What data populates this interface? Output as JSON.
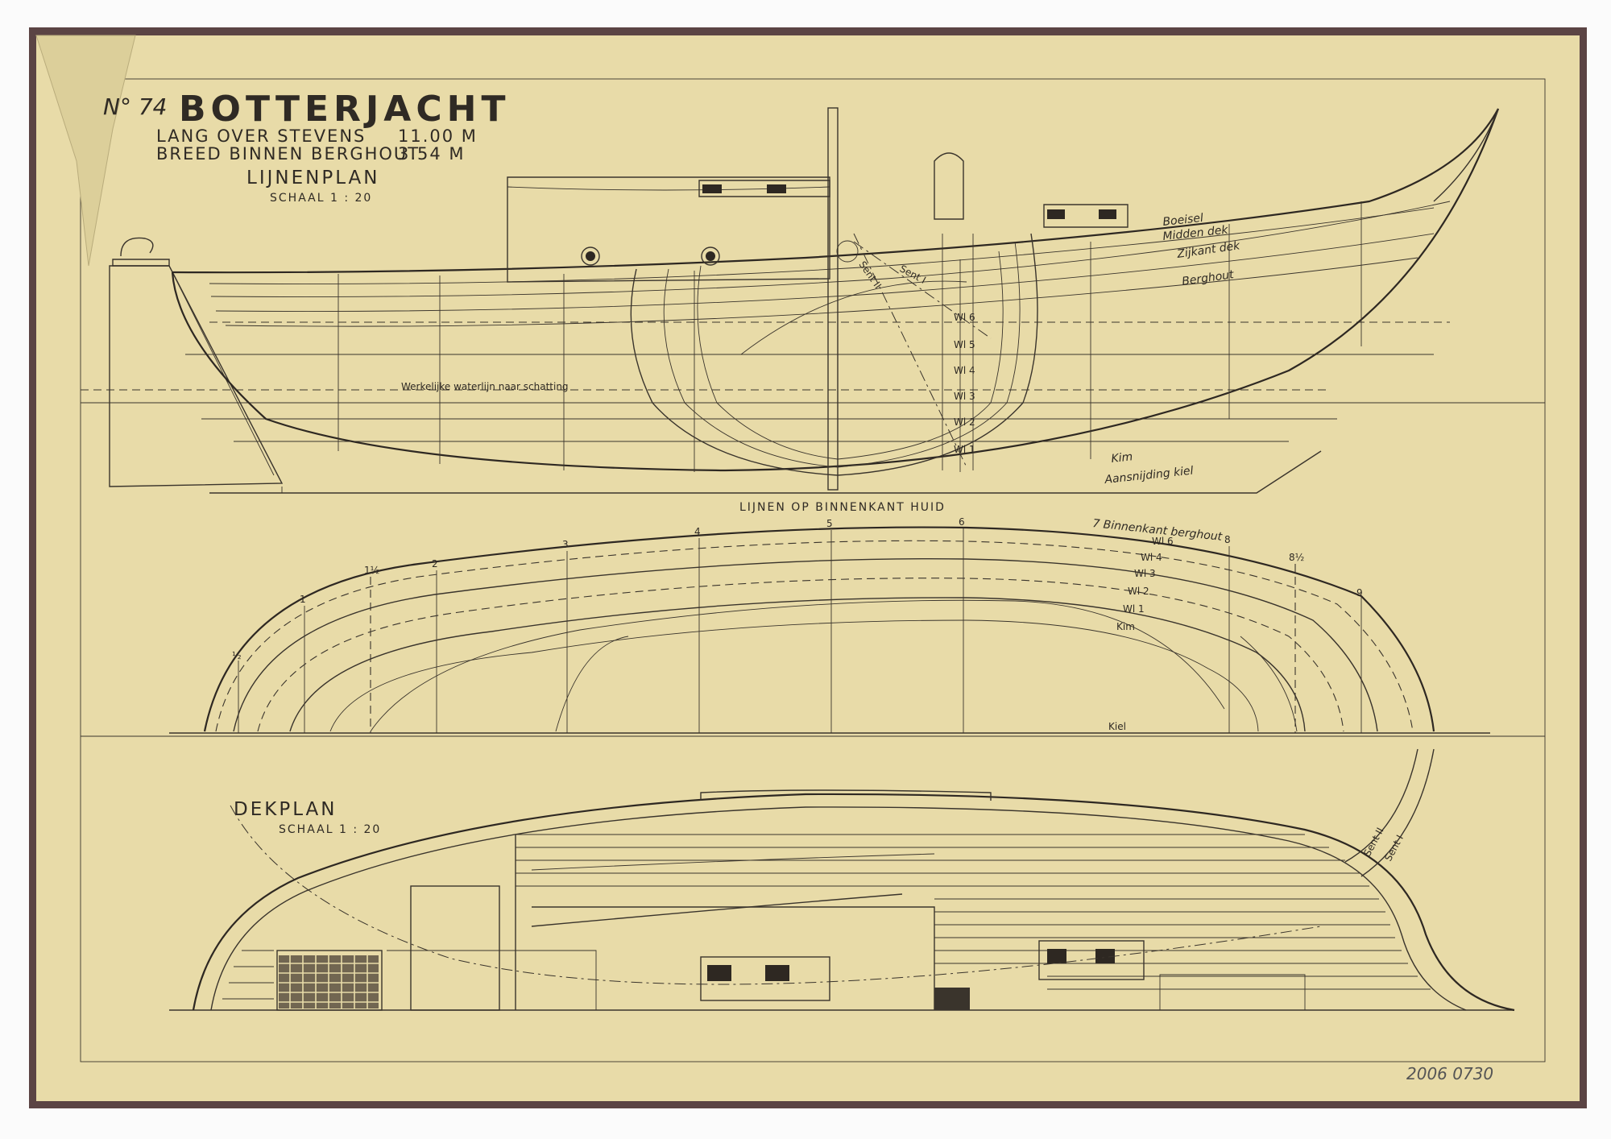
{
  "colors": {
    "paper": "#e8dba8",
    "border": "#5b4444",
    "ink": "#3a342c",
    "background": "#fbfbfb"
  },
  "title_block": {
    "number": "N° 74",
    "title": "BOTTERJACHT",
    "spec_1_label": "LANG OVER STEVENS",
    "spec_1_value": "11.00 M",
    "spec_2_label": "BREED BINNEN BERGHOUT",
    "spec_2_value": "3.54 M",
    "plan_title": "LIJNENPLAN",
    "plan_scale": "SCHAAL 1 : 20"
  },
  "profile_labels": {
    "boeisel": "Boeisel",
    "midden_dek": "Midden dek",
    "zijkant_dek": "Zijkant dek",
    "berghout": "Berghout",
    "kim": "Kim",
    "aansnijding_kiel": "Aansnijding kiel",
    "waterlijn_note": "Werkelijke waterlijn naar schatting",
    "sent_1": "Sent I",
    "sent_2": "Sent II",
    "wl_6": "Wl 6",
    "wl_5": "Wl 5",
    "wl_4": "Wl 4",
    "wl_3": "Wl 3",
    "wl_2": "Wl 2",
    "wl_1": "Wl 1"
  },
  "halfbreadth": {
    "heading": "LIJNEN OP BINNENKANT HUID",
    "binnenkant_berghout": "7 Binnenkant berghout",
    "wl_6": "Wl 6",
    "wl_4": "Wl 4",
    "wl_3": "Wl 3",
    "wl_2": "Wl 2",
    "wl_1": "Wl 1",
    "kim": "Kim",
    "kiel": "Kiel",
    "stations": [
      "½",
      "1",
      "1½",
      "2",
      "3",
      "4",
      "5",
      "6",
      "8",
      "8½",
      "9"
    ]
  },
  "deck_plan": {
    "title": "DEKPLAN",
    "scale": "SCHAAL 1 : 20",
    "sent_1": "Sent I",
    "sent_2": "Sent II"
  },
  "accession": "2006 0730"
}
